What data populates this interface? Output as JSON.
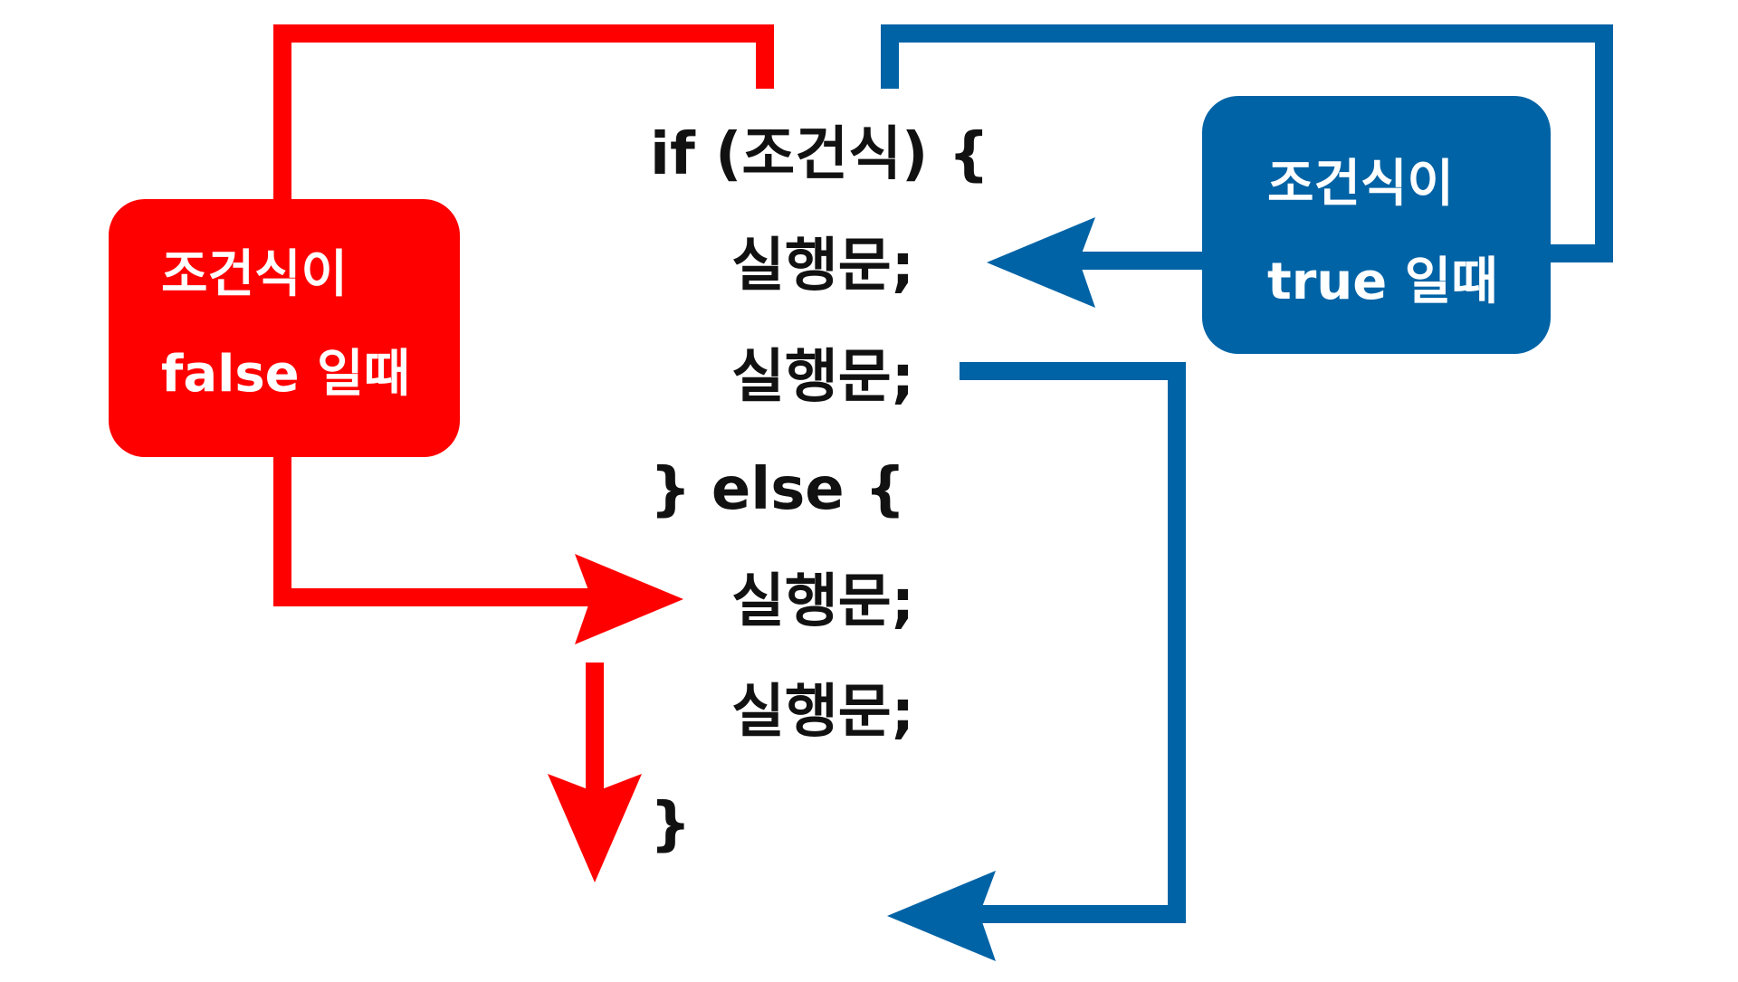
{
  "code": {
    "if_line": "if (조건식) {",
    "true_stmt_1": "실행문;",
    "true_stmt_2": "실행문;",
    "else_line": "} else {",
    "false_stmt_1": "실행문;",
    "false_stmt_2": "실행문;",
    "close_brace": "}"
  },
  "false_box": {
    "line1": "조건식이",
    "line2": "false 일때"
  },
  "true_box": {
    "line1": "조건식이",
    "line2": "true 일때"
  },
  "colors": {
    "false_path": "#ff0000",
    "true_path": "#0063a6",
    "code_text": "#111111",
    "box_text": "#ffffff"
  }
}
